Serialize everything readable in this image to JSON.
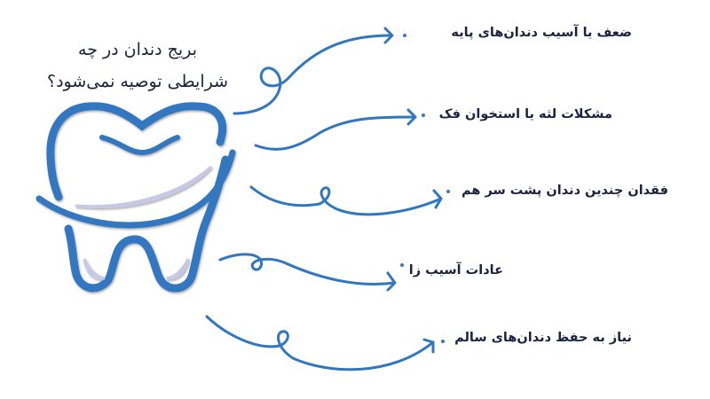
{
  "title": {
    "line1": "بریج دندان در چه",
    "line2": "شرایطی توصیه نمی‌شود؟"
  },
  "items": [
    {
      "label": "ضعف یا آسیب دندان‌های پایه",
      "icon": "curly-arrow-icon"
    },
    {
      "label": "مشکلات لثه یا استخوان فک",
      "icon": "curved-arrow-icon"
    },
    {
      "label": "فقدان چندین دندان پشت سر هم",
      "icon": "loop-arrow-icon"
    },
    {
      "label": "عادات آسیب زا",
      "icon": "loop-arrow-icon"
    },
    {
      "label": "نیاز به حفظ دندان‌های سالم",
      "icon": "loop-arrow-icon"
    }
  ],
  "illustration": {
    "icon": "tooth-icon"
  },
  "colors": {
    "primary_blue": "#3077c0",
    "accent_lavender": "#d4d6f0",
    "text_dark": "#1b2340",
    "background": "#ffffff"
  }
}
